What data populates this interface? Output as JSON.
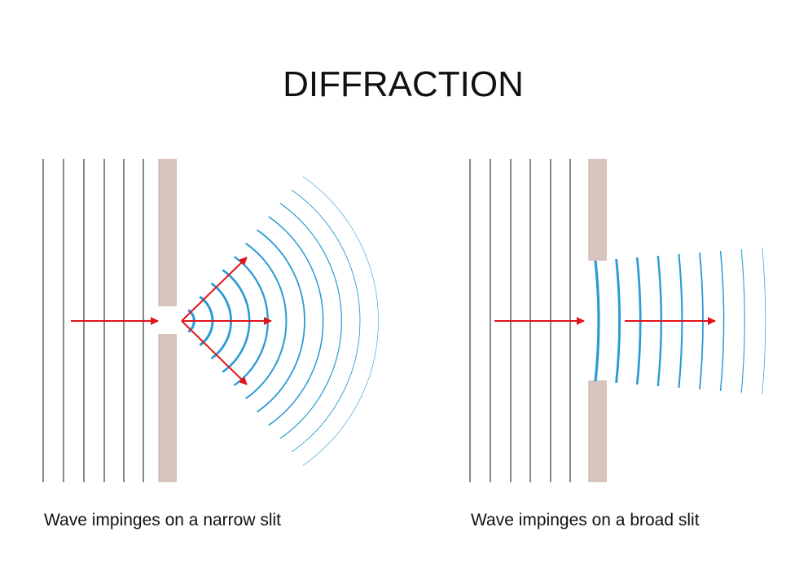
{
  "title": "DIFFRACTION",
  "panels": [
    {
      "caption": "Wave impinges on a narrow slit",
      "slit": "narrow"
    },
    {
      "caption": "Wave impinges on a broad slit",
      "slit": "broad"
    }
  ],
  "colors": {
    "background": "#ffffff",
    "incident_wavefront": "#111111",
    "barrier": "#d8c4bc",
    "diffracted_wave": "#2a9bd4",
    "arrow": "#e0141b",
    "text": "#111111"
  }
}
